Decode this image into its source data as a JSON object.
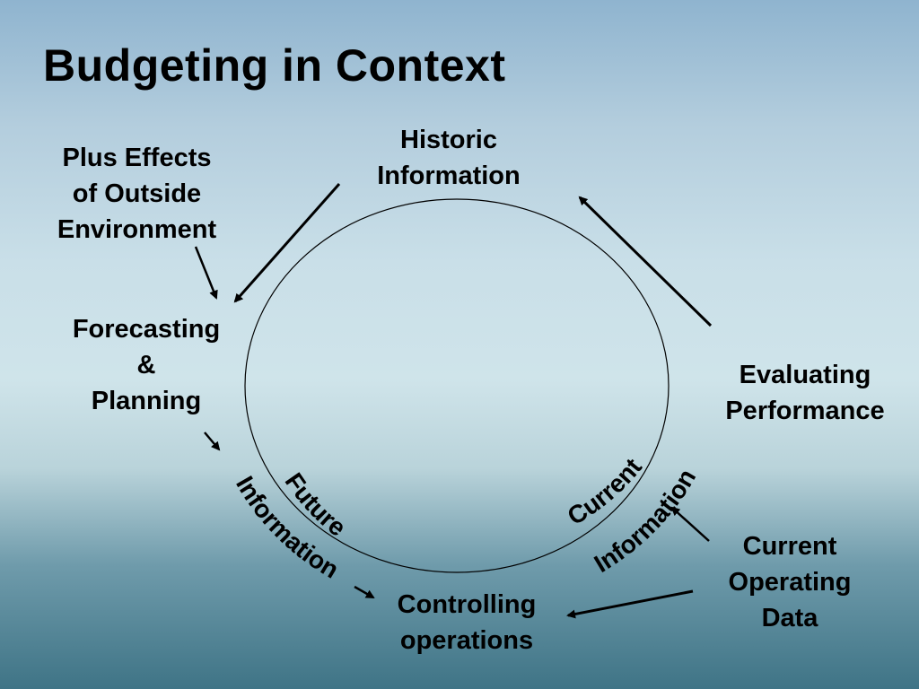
{
  "slide": {
    "title": "Budgeting in Context"
  },
  "nodes": {
    "historic": [
      "Historic",
      "Information"
    ],
    "outside": [
      "Plus Effects",
      "of Outside",
      "Environment"
    ],
    "forecasting": [
      "Forecasting",
      "&",
      "Planning"
    ],
    "evaluating": [
      "Evaluating",
      "Performance"
    ],
    "current_operating": [
      "Current",
      "Operating",
      "Data"
    ],
    "controlling": [
      "Controlling",
      "operations"
    ]
  },
  "arc_labels": {
    "future_1": "Future",
    "future_2": "Information",
    "current_1": "Current",
    "current_2": "Information"
  },
  "colors": {
    "text": "#000000",
    "line": "#000000",
    "sky_top": "#8fb4cf",
    "water_bottom": "#3f7486"
  }
}
